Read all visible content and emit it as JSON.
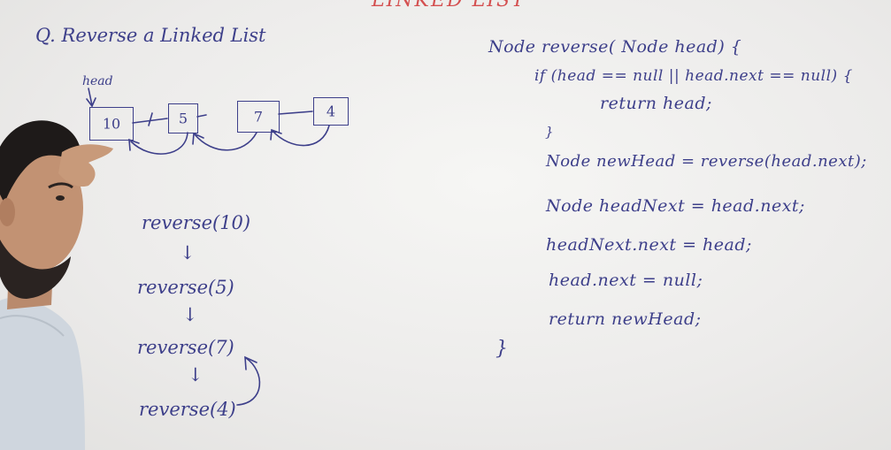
{
  "board": {
    "top_title": "LINKED LIST",
    "question": "Q. Reverse a Linked List",
    "head_label": "head",
    "nodes": [
      "10",
      "5",
      "7",
      "4"
    ],
    "calls": [
      "reverse(10)",
      "reverse(5)",
      "reverse(7)",
      "reverse(4)"
    ],
    "down_arrow": "↓",
    "code": [
      "Node reverse( Node head) {",
      "if (head == null || head.next == null) {",
      "return head;",
      "}",
      "Node newHead = reverse(head.next);",
      "Node headNext = head.next;",
      "headNext.next = head;",
      "head.next = null;",
      "return newHead;",
      "}"
    ]
  },
  "colors": {
    "marker": "#3d3f8a",
    "title_marker": "#d45050",
    "board": "#efeeec"
  }
}
